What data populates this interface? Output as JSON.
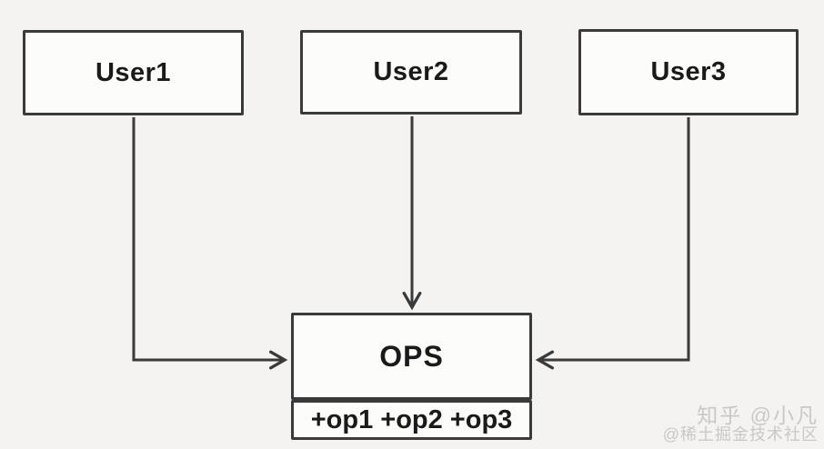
{
  "diagram": {
    "type": "uml-dependency-diagram",
    "nodes": {
      "user1": {
        "label": "User1"
      },
      "user2": {
        "label": "User2"
      },
      "user3": {
        "label": "User3"
      },
      "ops": {
        "label": "OPS",
        "operations": "+op1 +op2 +op3"
      }
    },
    "edges": [
      {
        "from": "User1",
        "to": "OPS",
        "style": "open-arrow",
        "route": "down-then-right"
      },
      {
        "from": "User2",
        "to": "OPS",
        "style": "open-arrow",
        "route": "straight-down"
      },
      {
        "from": "User3",
        "to": "OPS",
        "style": "open-arrow",
        "route": "down-then-left"
      }
    ]
  },
  "watermark": {
    "line1": "知乎 @小凡",
    "line2": "@稀土掘金技术社区"
  },
  "colors": {
    "background": "#f4f3f1",
    "node_fill": "#fcfcfb",
    "stroke": "#3a3a3a",
    "text": "#1a1a1a",
    "watermark": "#c9c8c6"
  }
}
